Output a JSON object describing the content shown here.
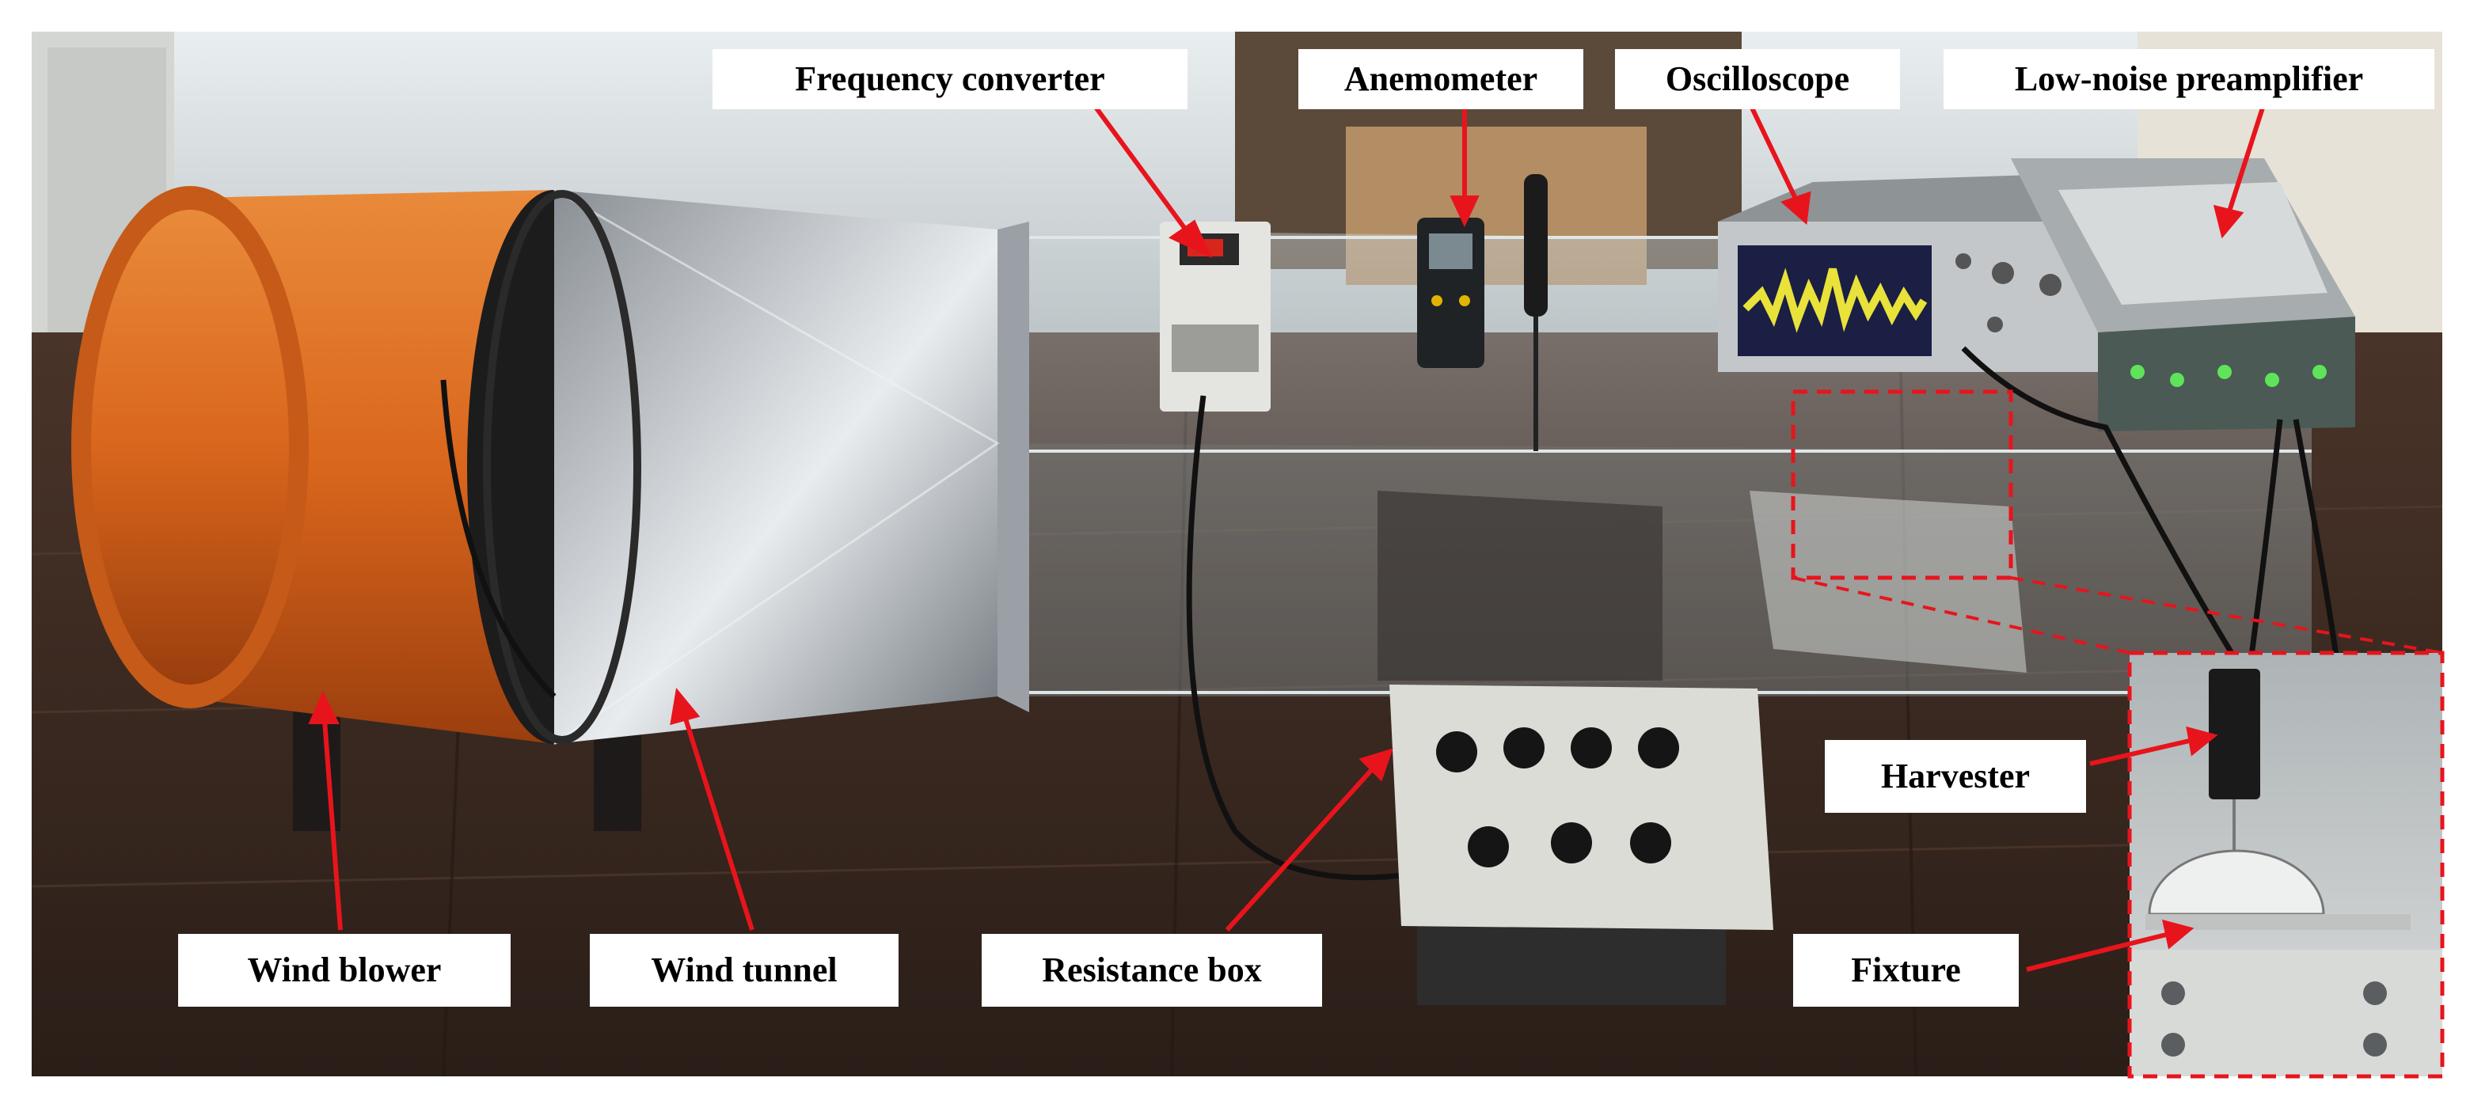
{
  "labels": {
    "frequency_converter": "Frequency converter",
    "anemometer": "Anemometer",
    "oscilloscope": "Oscilloscope",
    "low_noise_preamplifier": "Low-noise preamplifier",
    "wind_blower": "Wind blower",
    "wind_tunnel": "Wind tunnel",
    "resistance_box": "Resistance box",
    "harvester": "Harvester",
    "fixture": "Fixture"
  },
  "colors": {
    "arrow": "#e8141c",
    "blower_orange": "#d9661c",
    "tunnel_steel": "#b4b8bc",
    "floor_wood": "#3b2a22",
    "wall": "#d7dde0",
    "label_bg": "#ffffff"
  }
}
